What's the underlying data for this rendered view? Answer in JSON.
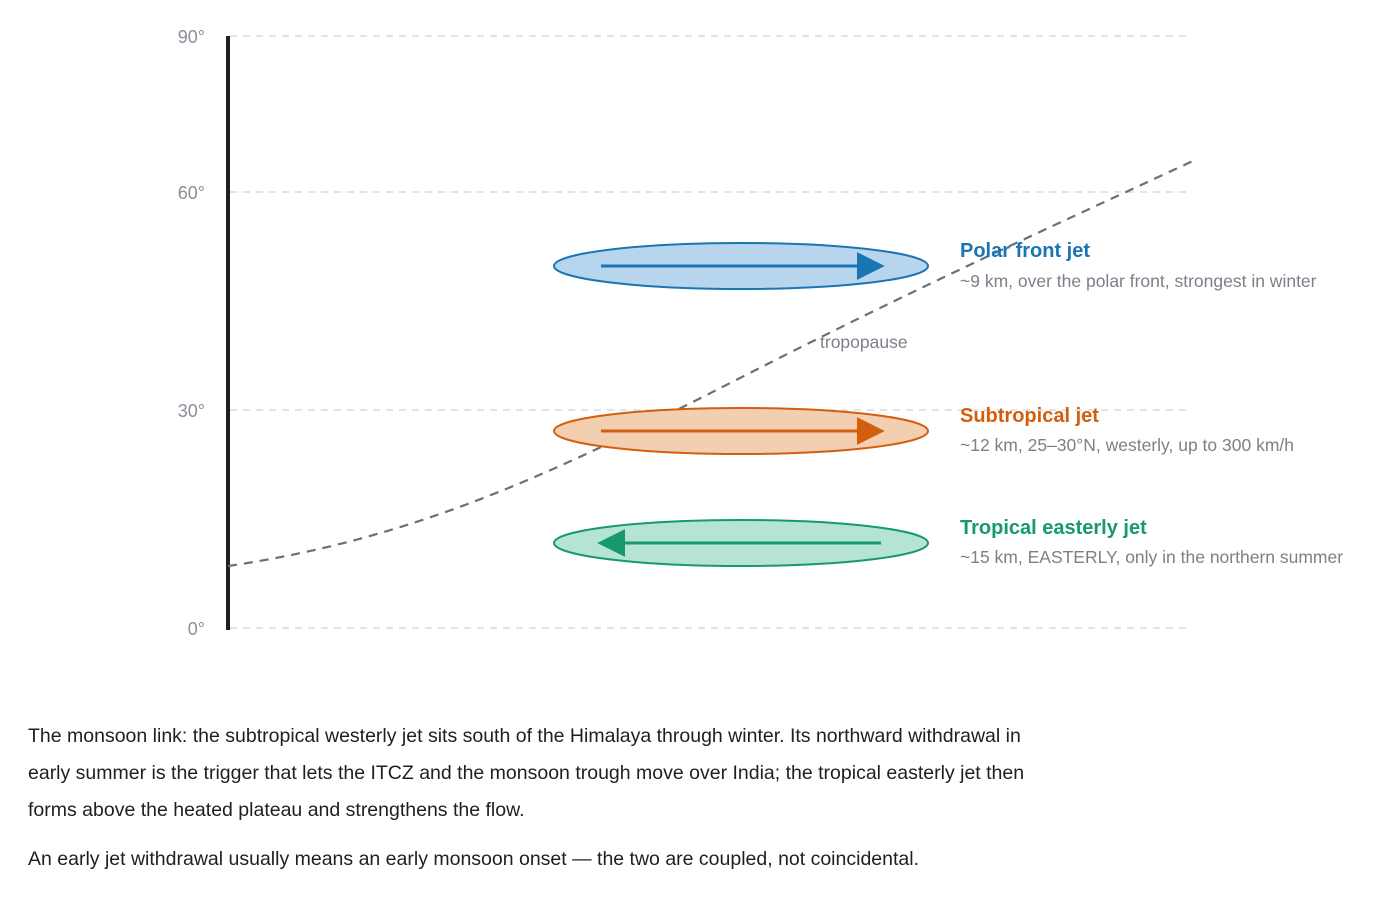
{
  "axis": {
    "ticks": [
      {
        "label": "90°",
        "lat": 90
      },
      {
        "label": "60°",
        "lat": 60
      },
      {
        "label": "30°",
        "lat": 30
      },
      {
        "label": "0°",
        "lat": 0
      }
    ]
  },
  "tropopause": {
    "label": "tropopause"
  },
  "jets": [
    {
      "id": "polar",
      "name": "Polar front jet",
      "description": "~9 km, over the polar front, strongest in winter",
      "direction": "east",
      "color": "#1a75b3",
      "fill": "#b7d6ee"
    },
    {
      "id": "subtropical",
      "name": "Subtropical jet",
      "description": "~12 km, 25–30°N, westerly, up to 300 km/h",
      "direction": "east",
      "color": "#d35f0e",
      "fill": "#f3cfb2"
    },
    {
      "id": "tropical",
      "name": "Tropical easterly jet",
      "description": "~15 km, EASTERLY, only in the northern summer",
      "direction": "west",
      "color": "#169a6c",
      "fill": "#b5e4d2"
    }
  ],
  "caption": {
    "paragraph1": "The monsoon link: the subtropical westerly jet sits south of the Himalaya through winter. Its northward withdrawal in early summer is the trigger that lets the ITCZ and the monsoon trough move over India; the tropical easterly jet then forms above the heated plateau and strengthens the flow.",
    "paragraph2": "An early jet withdrawal usually means an early monsoon onset — the two are coupled, not coincidental."
  }
}
